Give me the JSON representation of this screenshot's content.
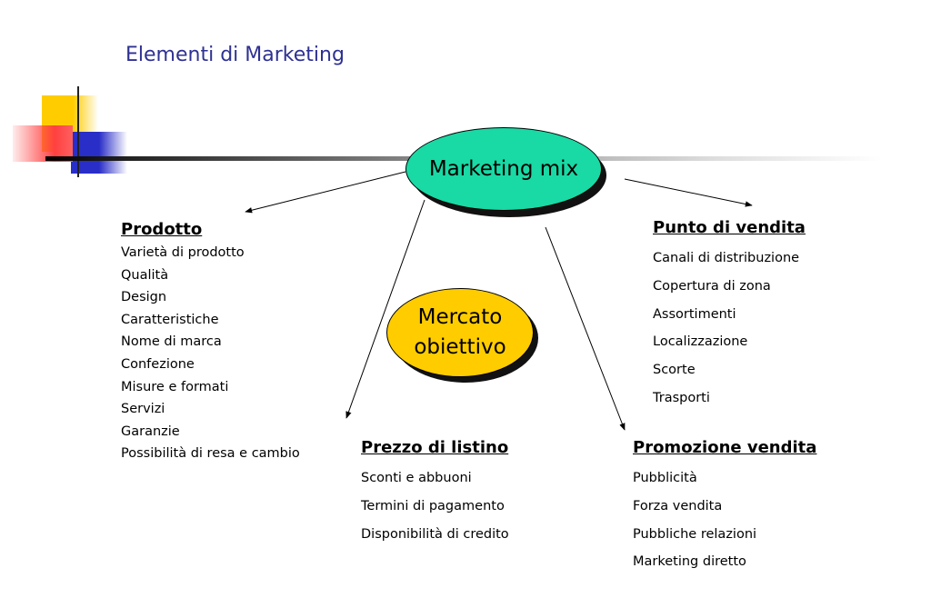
{
  "slide": {
    "title": "Elementi di Marketing"
  },
  "center": {
    "label": "Marketing mix",
    "color": "#19d9a4"
  },
  "target": {
    "line1": "Mercato",
    "line2": "obiettivo",
    "color": "#ffcc00"
  },
  "groups": {
    "prodotto": {
      "heading": "Prodotto",
      "items": [
        "Varietà di prodotto",
        "Qualità",
        "Design",
        "Caratteristiche",
        "Nome di marca",
        "Confezione",
        "Misure e formati",
        "Servizi",
        "Garanzie",
        "Possibilità di resa e cambio"
      ]
    },
    "punto_vendita": {
      "heading": "Punto di vendita",
      "items": [
        "Canali di distribuzione",
        "Copertura di zona",
        "Assortimenti",
        "Localizzazione",
        "Scorte",
        "Trasporti"
      ]
    },
    "prezzo": {
      "heading": "Prezzo di listino",
      "items": [
        "Sconti e  abbuoni",
        "Termini di pagamento",
        "Disponibilità di credito"
      ]
    },
    "promozione": {
      "heading": "Promozione vendita",
      "items": [
        "Pubblicità",
        "Forza vendita",
        "Pubbliche relazioni",
        "Marketing diretto"
      ]
    }
  },
  "theme": {
    "title_color": "#2e3192"
  }
}
